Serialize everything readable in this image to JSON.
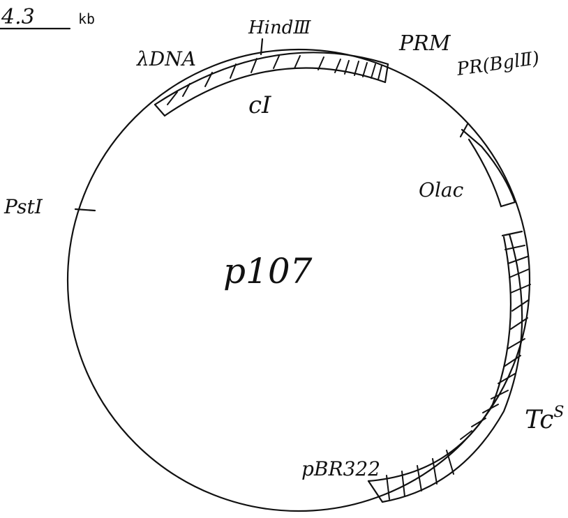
{
  "scale": {
    "value": "4.3",
    "unit": "kb"
  },
  "plasmid": {
    "name": "p107"
  },
  "labels": {
    "lambda_dna": "λDNA",
    "hindiii": "HindⅢ",
    "prm": "PRM",
    "pr_bglii": "PR(BglⅡ)",
    "ci": "cI",
    "olac": "Olac",
    "psti": "PstI",
    "tcs": "Tc",
    "tcs_superscript": "S",
    "pbr322": "pBR322"
  },
  "colors": {
    "ink": "#111111",
    "paper": "#ffffff"
  }
}
